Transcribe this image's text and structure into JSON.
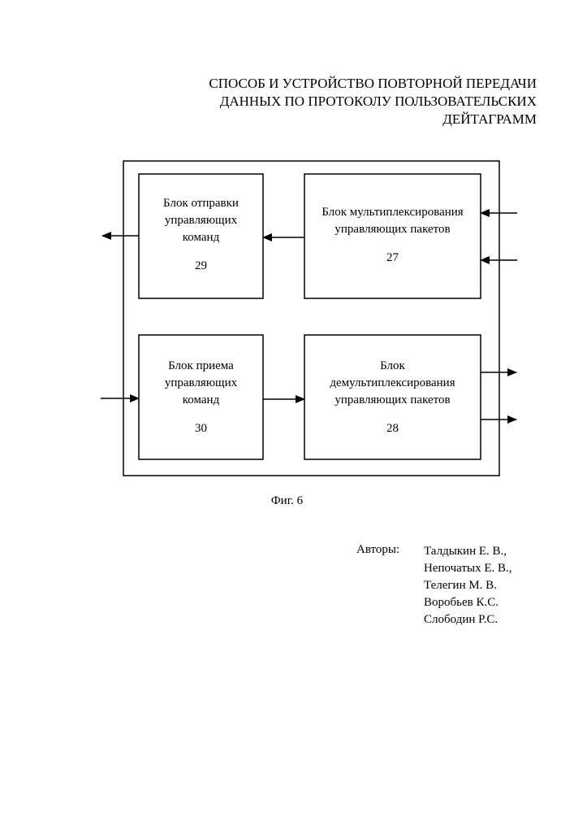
{
  "title": {
    "lines": [
      "СПОСОБ И УСТРОЙСТВО ПОВТОРНОЙ ПЕРЕДАЧИ",
      "ДАННЫХ ПО ПРОТОКОЛУ ПОЛЬЗОВАТЕЛЬСКИХ",
      "ДЕЙТАГРАММ"
    ]
  },
  "blocks": {
    "b29": {
      "lines": [
        "Блок отправки",
        "управляющих",
        "команд"
      ],
      "number": "29"
    },
    "b27": {
      "lines": [
        "Блок мультиплексирования",
        "управляющих пакетов"
      ],
      "number": "27"
    },
    "b30": {
      "lines": [
        "Блок приема",
        "управляющих",
        "команд"
      ],
      "number": "30"
    },
    "b28": {
      "lines": [
        "Блок",
        "демультиплексирования",
        "управляющих пакетов"
      ],
      "number": "28"
    }
  },
  "caption": "Фиг. 6",
  "authors": {
    "label": "Авторы:",
    "names": [
      "Талдыкин Е. В.,",
      "Непочатых Е. В.,",
      "Телегин М. В.",
      "Воробьев К.С.",
      "Слободин Р.С."
    ]
  }
}
